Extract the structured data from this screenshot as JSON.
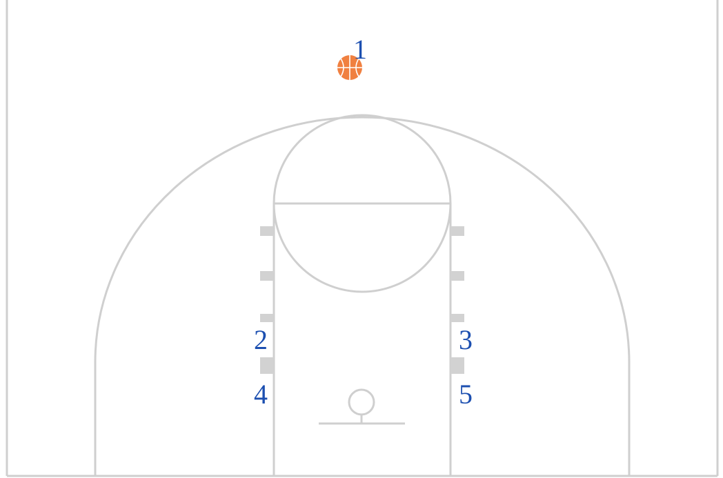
{
  "diagram": {
    "type": "basketball-half-court-play",
    "court_line_color": "#cfcfcf",
    "player_label_color": "#1c4fb0",
    "ball_color": "#f08040",
    "players": [
      {
        "id": "player-1",
        "label": "1",
        "has_ball": true
      },
      {
        "id": "player-2",
        "label": "2",
        "has_ball": false
      },
      {
        "id": "player-3",
        "label": "3",
        "has_ball": false
      },
      {
        "id": "player-4",
        "label": "4",
        "has_ball": false
      },
      {
        "id": "player-5",
        "label": "5",
        "has_ball": false
      }
    ]
  }
}
